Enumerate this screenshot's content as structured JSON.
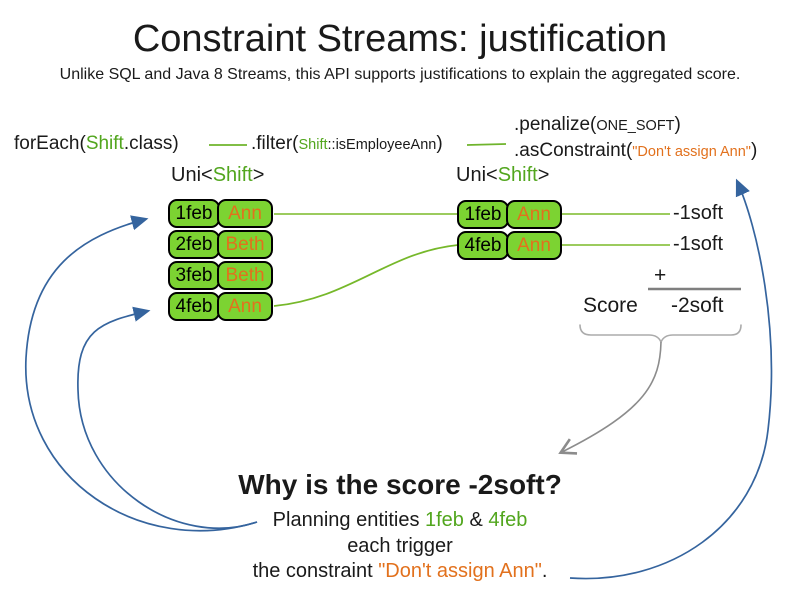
{
  "title": "Constraint Streams: justification",
  "subtitle": "Unlike SQL and Java 8 Streams, this API supports justifications to explain the aggregated score.",
  "code": {
    "foreach": {
      "pre": "forEach(",
      "cls": "Shift",
      "post": ".class)"
    },
    "filter": {
      "pre": ".filter(",
      "arg_cls": "Shift",
      "arg_rest": "::isEmployeeAnn",
      "close": ")"
    },
    "penalize": {
      "pre": ".penalize(",
      "arg": "ONE_SOFT",
      "close": ")"
    },
    "as_constraint": {
      "pre": ".asConstraint(",
      "arg": "\"Don't assign Ann\"",
      "close": ")"
    }
  },
  "stream_types": {
    "left": {
      "pre": "Uni<",
      "cls": "Shift",
      "post": ">"
    },
    "right": {
      "pre": "Uni<",
      "cls": "Shift",
      "post": ">"
    }
  },
  "left_table": {
    "rows": [
      {
        "date": "1feb",
        "name": "Ann"
      },
      {
        "date": "2feb",
        "name": "Beth"
      },
      {
        "date": "3feb",
        "name": "Beth"
      },
      {
        "date": "4feb",
        "name": "Ann"
      }
    ]
  },
  "right_table": {
    "rows": [
      {
        "date": "1feb",
        "name": "Ann"
      },
      {
        "date": "4feb",
        "name": "Ann"
      }
    ]
  },
  "penalties": [
    "-1soft",
    "-1soft"
  ],
  "score": {
    "plus": "+",
    "label": "Score",
    "value": "-2soft"
  },
  "why": {
    "heading": "Why is the score -2soft?",
    "line1": {
      "pre": "Planning entities ",
      "entity1": "1feb",
      "mid": " & ",
      "entity2": "4feb"
    },
    "line2": "each trigger",
    "line3": {
      "pre": "the constraint ",
      "constraint": "\"Don't assign Ann\"",
      "post": "."
    }
  },
  "colors": {
    "green_text": "#52A61E",
    "cell_fill": "#7CD332",
    "line_green": "#84BE44",
    "orange": "#E2711D",
    "blue": "#35649E",
    "gray": "#8C8C8C"
  }
}
